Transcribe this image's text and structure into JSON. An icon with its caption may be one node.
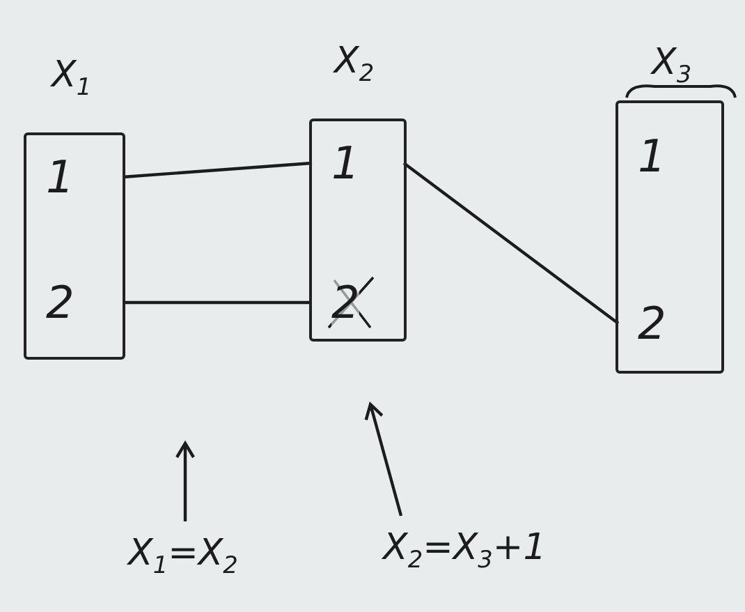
{
  "diagram": {
    "nodes": [
      {
        "text": [
          "X$_{1}$"
        ]
      },
      {
        "text": [
          "1"
        ],
        "in": 0
      },
      {
        "text": [
          "2"
        ],
        "in": 0
      },
      {
        "text": [
          "X$_{2}$"
        ]
      },
      {
        "text": [
          "1"
        ],
        "in": 3
      },
      {
        "text": [
          "2"
        ],
        "in": 3
      },
      {
        "text": [
          "X$_{3}$"
        ]
      },
      {
        "text": [
          "1"
        ],
        "in": 6
      },
      {
        "text": [
          "2"
        ],
        "in": 6
      },
      {
        "text": [
          "X$_{1}$=X$_{2}$"
        ]
      },
      {
        "text": [
          "X$_{2}$=X$_{3}$+1"
        ]
      }
    ],
    "edges": [
      {
        "from": 1,
        "to": 4,
        "arrow": "none"
      },
      {
        "from": 2,
        "to": 5,
        "arrow": "none"
      },
      {
        "from": 4,
        "to": 8,
        "arrow": "none"
      },
      {
        "from": 9,
        "to": null,
        "arrow": "to"
      },
      {
        "from": 10,
        "to": null,
        "arrow": "to"
      }
    ]
  }
}
